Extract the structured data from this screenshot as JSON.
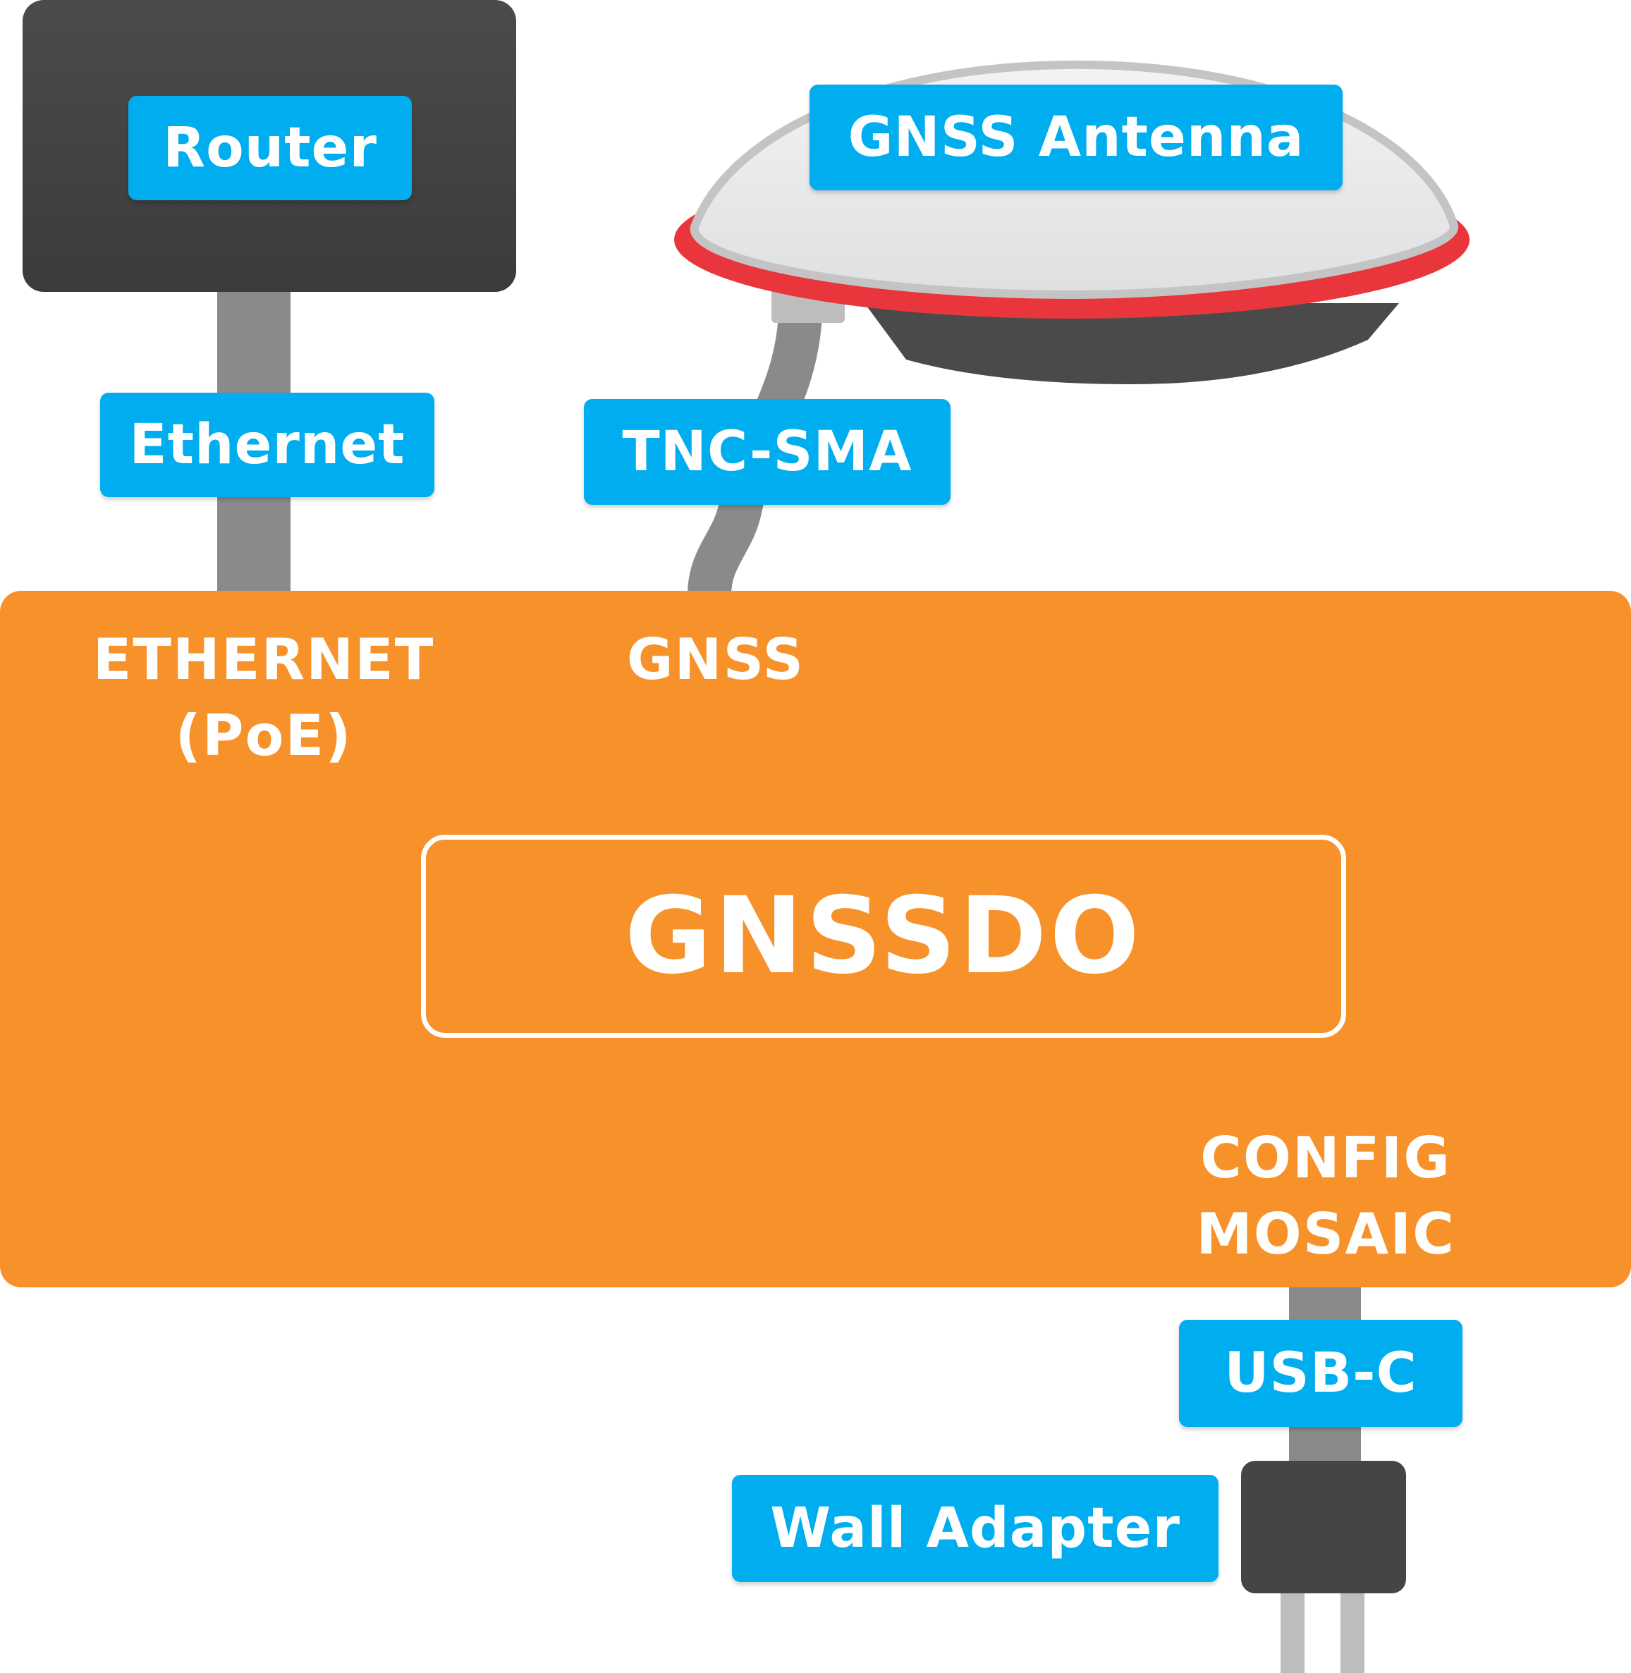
{
  "labels": {
    "router": "Router",
    "antenna": "GNSS Antenna",
    "ethernet_cable": "Ethernet",
    "tnc_sma_cable": "TNC-SMA",
    "usbc_cable": "USB-C",
    "wall_adapter": "Wall Adapter"
  },
  "device": {
    "title": "GNSSDO",
    "port_ethernet_line1": "ETHERNET",
    "port_ethernet_line2": "(PoE)",
    "port_gnss": "GNSS",
    "port_config_line1": "CONFIG",
    "port_config_line2": "MOSAIC"
  },
  "colors": {
    "device_body": "#F7922A",
    "label_background": "#00ADEF",
    "router_body": "#454545",
    "cable": "#8A8A8A",
    "antenna_dome": "#E6E7E8",
    "antenna_ring": "#E8363C",
    "antenna_base": "#4A4A4A"
  }
}
